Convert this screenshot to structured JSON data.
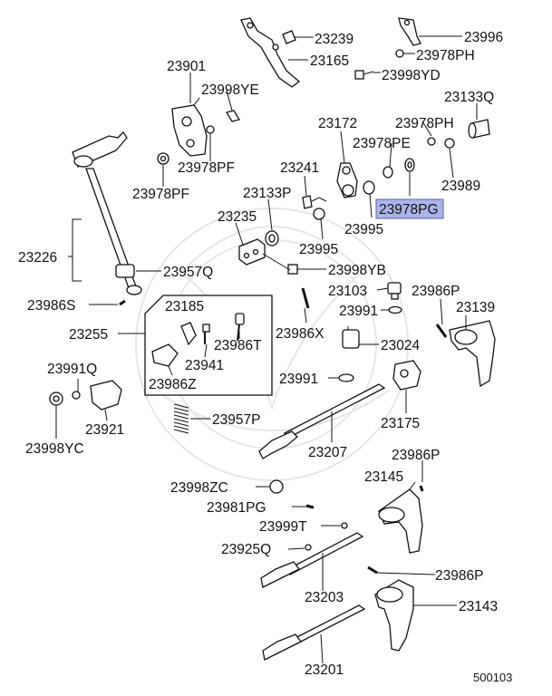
{
  "diagram": {
    "figure_number": "500103",
    "highlight_color": "#aab4e6",
    "highlighted_part": "23978PG",
    "labels": {
      "p23239": "23239",
      "p23996": "23996",
      "p23165": "23165",
      "p23978PH_a": "23978PH",
      "p23901": "23901",
      "p23998YD": "23998YD",
      "p23998YE": "23998YE",
      "p23133Q": "23133Q",
      "p23172": "23172",
      "p23978PH_b": "23978PH",
      "p23978PE": "23978PE",
      "p23978PF_a": "23978PF",
      "p23978PF_b": "23978PF",
      "p23241": "23241",
      "p23989": "23989",
      "p23133P": "23133P",
      "p23978PG": "23978PG",
      "p23235": "23235",
      "p23995_a": "23995",
      "p23995_b": "23995",
      "p23226": "23226",
      "p23957Q": "23957Q",
      "p23998YB": "23998YB",
      "p23103": "23103",
      "p23986P_a": "23986P",
      "p23986S": "23986S",
      "p23185": "23185",
      "p23991_a": "23991",
      "p23139": "23139",
      "p23255": "23255",
      "p23986X": "23986X",
      "p23986T": "23986T",
      "p23024": "23024",
      "p23991Q": "23991Q",
      "p23941": "23941",
      "p23986Z": "23986Z",
      "p23991_b": "23991",
      "p23175": "23175",
      "p23921": "23921",
      "p23957P": "23957P",
      "p23998YC": "23998YC",
      "p23207": "23207",
      "p23986P_b": "23986P",
      "p23145": "23145",
      "p23998ZC": "23998ZC",
      "p23981PG": "23981PG",
      "p23999T": "23999T",
      "p23925Q": "23925Q",
      "p23986P_c": "23986P",
      "p23203": "23203",
      "p23143": "23143",
      "p23201": "23201"
    }
  }
}
